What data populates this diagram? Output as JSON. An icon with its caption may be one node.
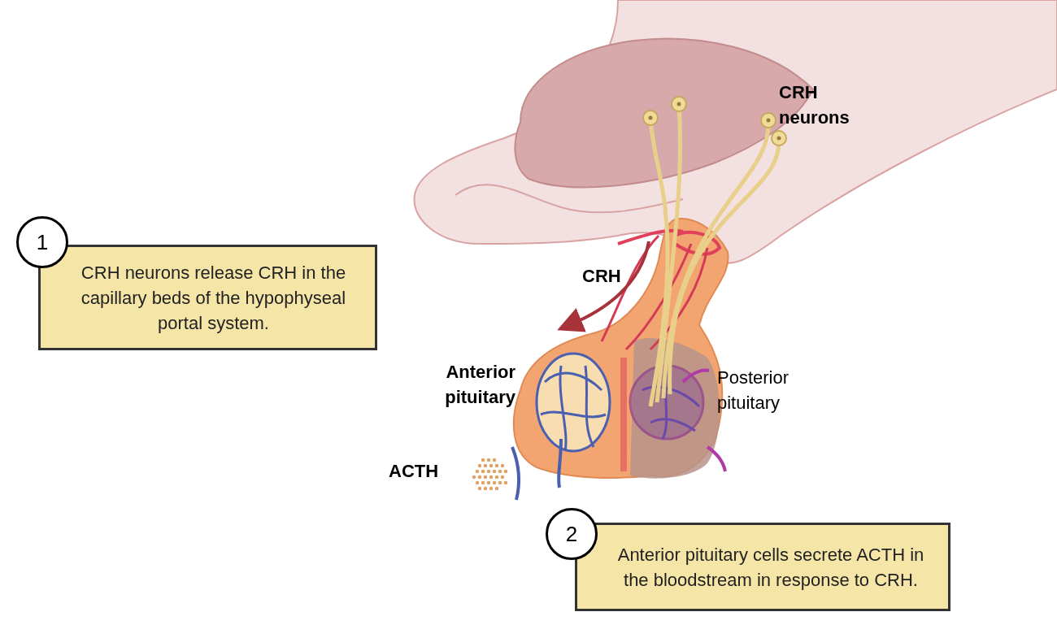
{
  "diagram": {
    "nodes": [
      {
        "text": [
          "1"
        ]
      },
      {
        "text": [
          "CRH neurons release CRH in the capillary beds of the hypophyseal portal system."
        ]
      },
      {
        "text": [
          "2"
        ]
      },
      {
        "text": [
          "Anterior pituitary cells secrete ACTH in the bloodstream in response to CRH."
        ]
      }
    ],
    "edges": [],
    "labels": [
      "CRH neurons",
      "CRH",
      "Anterior pituitary",
      "Posterior pituitary",
      "ACTH"
    ]
  }
}
